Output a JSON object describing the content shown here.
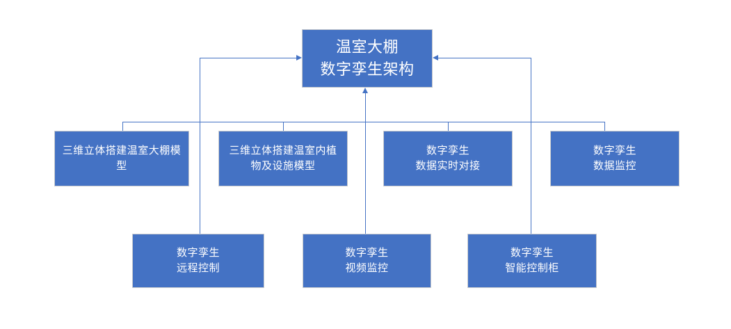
{
  "diagram": {
    "type": "hierarchy-flowchart",
    "background_color": "#FFFFFF",
    "node_fill_color": "#4472C4",
    "node_border_color": "#C9CBCD",
    "node_text_color": "#FFFFFF",
    "connector_color": "#4472C4",
    "root": {
      "label": "温室大棚\n数字孪生架构"
    },
    "level2": [
      {
        "label": "三维立体搭建温室大棚模型"
      },
      {
        "label": "三维立体搭建温室内植物及设施模型"
      },
      {
        "label": "数字孪生\n数据实时对接"
      },
      {
        "label": "数字孪生\n数据监控"
      }
    ],
    "level3": [
      {
        "label": "数字孪生\n远程控制"
      },
      {
        "label": "数字孪生\n视频监控"
      },
      {
        "label": "数字孪生\n智能控制柜"
      }
    ]
  }
}
